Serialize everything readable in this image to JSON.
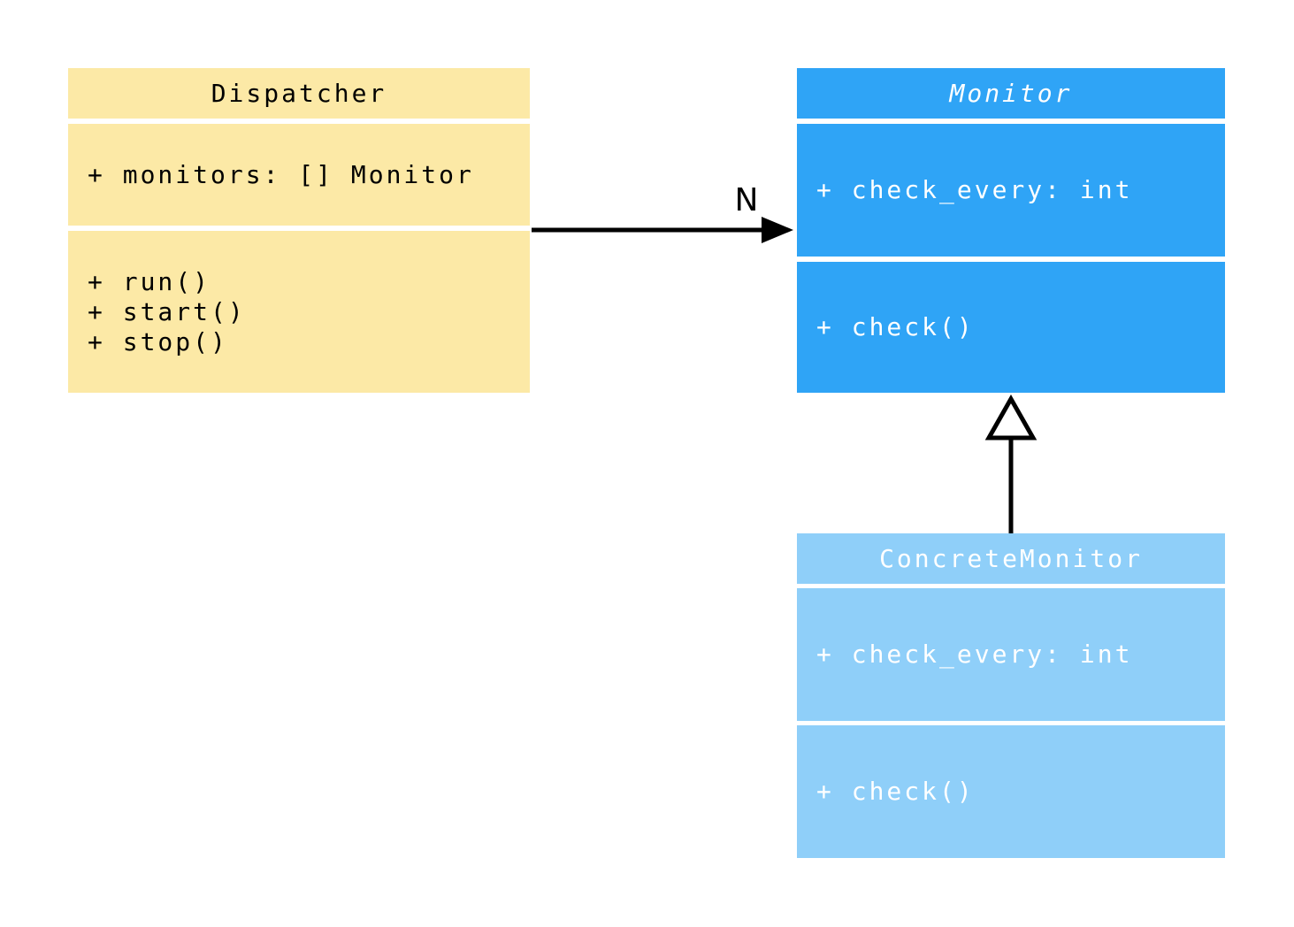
{
  "diagram": {
    "kind": "uml-class-diagram",
    "colors": {
      "background": "#ffffff",
      "dispatcher_fill": "#FCE9A6",
      "monitor_fill": "#2FA4F6",
      "concrete_monitor_fill": "#8FCFF9",
      "dispatcher_text": "#000000",
      "monitor_text": "#ffffff",
      "connector": "#000000"
    },
    "classes": [
      {
        "name": "Dispatcher",
        "abstract": false,
        "attributes": [
          "+ monitors: [] Monitor"
        ],
        "methods": [
          "+ run()",
          "+ start()",
          "+ stop()"
        ]
      },
      {
        "name": "Monitor",
        "abstract": true,
        "attributes": [
          "+ check_every: int"
        ],
        "methods": [
          "+ check()"
        ]
      },
      {
        "name": "ConcreteMonitor",
        "abstract": false,
        "attributes": [
          "+ check_every: int"
        ],
        "methods": [
          "+ check()"
        ]
      }
    ],
    "relations": [
      {
        "type": "association",
        "from": "Dispatcher",
        "to": "Monitor",
        "label": "N"
      },
      {
        "type": "generalization",
        "from": "ConcreteMonitor",
        "to": "Monitor"
      }
    ]
  }
}
